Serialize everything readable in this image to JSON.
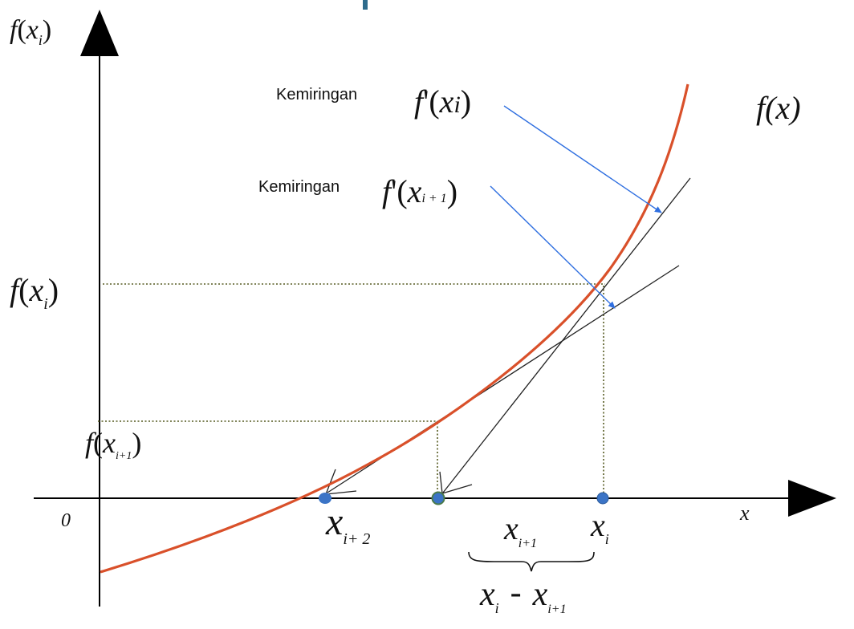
{
  "diagram": {
    "labels": {
      "y_axis": {
        "f": "f",
        "open": "(",
        "x": "x",
        "sub": "i",
        "close": ")"
      },
      "x_axis": "x",
      "origin": "0",
      "curve": "f(x)",
      "fxi": {
        "f": "f",
        "open": "(",
        "x": "x",
        "sub": "i",
        "close": ")"
      },
      "fxi1": {
        "f": "f",
        "open": "(",
        "x": "x",
        "sub": "i+1",
        "close": ")"
      },
      "slope1_text": "Kemiringan",
      "slope1_expr": {
        "f": "f",
        "prime": "'",
        "open": "(",
        "x": "x",
        "sub": "i",
        "close": ")"
      },
      "slope2_text": "Kemiringan",
      "slope2_expr": {
        "f": "f",
        "prime": "'",
        "open": "(",
        "x": "x",
        "sub": "i + 1",
        "close": ")"
      },
      "xi2": {
        "x": "x",
        "sub": "i+ 2"
      },
      "xi1": {
        "x": "x",
        "sub": "i+1"
      },
      "xi": {
        "x": "x",
        "sub": "i"
      },
      "diff": {
        "x1": "x",
        "sub1": "i",
        "minus": "-",
        "x2": "x",
        "sub2": "i+1"
      }
    },
    "colors": {
      "curve": "#d9502a",
      "pointer_arrows": "#2f6fe0",
      "points": "#3b74c6",
      "point_xi1": "#4a7a4a",
      "dotted_guides": "#555a20",
      "axes": "#000000"
    }
  }
}
